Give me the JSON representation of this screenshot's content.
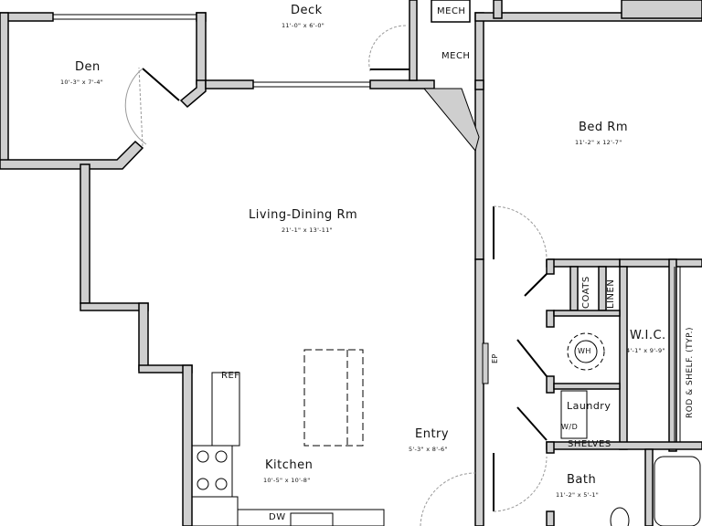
{
  "rooms": {
    "deck": {
      "name": "Deck",
      "dim": "11'-0\" x 6'-0\""
    },
    "den": {
      "name": "Den",
      "dim": "10'-3\" x 7'-4\""
    },
    "living": {
      "name": "Living-Dining Rm",
      "dim": "21'-1\" x 13'-11\""
    },
    "bed": {
      "name": "Bed Rm",
      "dim": "11'-2\" x 12'-7\""
    },
    "wic": {
      "name": "W.I.C.",
      "dim": "4'-1\" x 9'-9\""
    },
    "entry": {
      "name": "Entry",
      "dim": "5'-3\" x 8'-6\""
    },
    "kitchen": {
      "name": "Kitchen",
      "dim": "10'-5\" x 10'-8\""
    },
    "bath": {
      "name": "Bath",
      "dim": "11'-2\" x 5'-1\""
    },
    "laundry": {
      "name": "Laundry"
    }
  },
  "fixtures": {
    "mech1": "MECH",
    "mech2": "MECH",
    "coats": "COATS",
    "linen": "LINEN",
    "wh": "WH",
    "wd": "W/D",
    "shelves": "SHELVES",
    "ref": "REF",
    "dw": "DW",
    "ep": "EP",
    "rod_shelf": "ROD & SHELF. (TYP.)"
  }
}
